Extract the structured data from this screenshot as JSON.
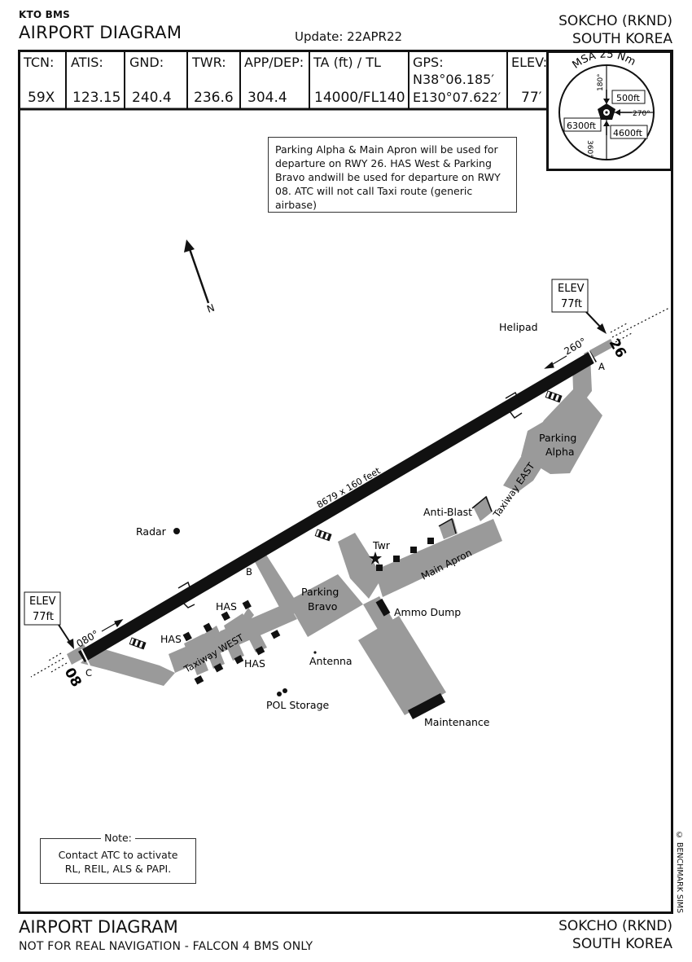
{
  "header": {
    "org": "KTO BMS",
    "title": "AIRPORT DIAGRAM",
    "update": "Update: 22APR22",
    "airport": "SOKCHO (RKND)",
    "country": "SOUTH KOREA"
  },
  "info": {
    "tcn": {
      "label": "TCN:",
      "value": "59X"
    },
    "atis": {
      "label": "ATIS:",
      "value": "123.15"
    },
    "gnd": {
      "label": "GND:",
      "value": "240.4"
    },
    "twr": {
      "label": "TWR:",
      "value": "236.6"
    },
    "app": {
      "label": "APP/DEP:",
      "value": "304.4"
    },
    "ta": {
      "label": "TA (ft) / TL",
      "value": "14000/FL140"
    },
    "gps": {
      "label": "GPS:",
      "lat": "N38°06.185′",
      "lon": "E130°07.622′"
    },
    "elev": {
      "label": "ELEV:",
      "value": "77′"
    }
  },
  "msa": {
    "title": "MSA 25 Nm",
    "r180": "180°",
    "r270": "270°",
    "r360": "360°",
    "alt_ne": "500ft",
    "alt_w": "6300ft",
    "alt_se": "4600ft"
  },
  "notice": "Parking Alpha & Main Apron will be used for departure on RWY 26.  HAS West & Parking Bravo andwill be used for departure on RWY 08. ATC will not call Taxi route (generic airbase)",
  "map": {
    "north": "N",
    "helipad": "Helipad",
    "elev_box_label": "ELEV",
    "elev_box_value": "77ft",
    "rwy_26": "26",
    "rwy_08": "08",
    "hdg_260": "260°",
    "hdg_080": "080°",
    "rwy_dims": "8679 x 160 feet",
    "tw_a": "A",
    "tw_b": "B",
    "tw_c": "C",
    "parking_alpha_1": "Parking",
    "parking_alpha_2": "Alpha",
    "parking_bravo_1": "Parking",
    "parking_bravo_2": "Bravo",
    "anti_blast": "Anti-Blast",
    "taxiway_east": "Taxiway EAST",
    "taxiway_west": "Taxiway WEST",
    "main_apron": "Main Apron",
    "radar": "Radar",
    "twr": "Twr",
    "ammo_dump": "Ammo Dump",
    "has": "HAS",
    "antenna": "Antenna",
    "pol_storage": "POL Storage",
    "maintenance": "Maintenance"
  },
  "note": {
    "title": "Note:",
    "line1": "Contact ATC to activate",
    "line2": "RL, REIL, ALS & PAPI."
  },
  "footer": {
    "title": "AIRPORT DIAGRAM",
    "disclaimer": "NOT FOR REAL NAVIGATION - FALCON 4 BMS ONLY",
    "airport": "SOKCHO (RKND)",
    "country": "SOUTH KOREA",
    "copyright": "© BENCHMARK SIMS"
  }
}
